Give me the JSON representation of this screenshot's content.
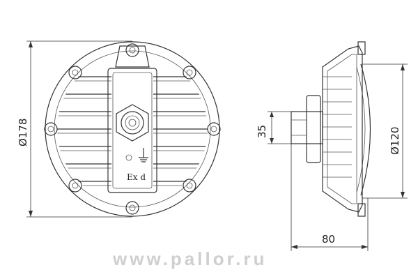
{
  "dimensions": {
    "front_diameter": "Ø178",
    "side_height": "35",
    "side_diameter": "Ø120",
    "side_depth": "80"
  },
  "labels": {
    "marking": "Ex d"
  },
  "watermark": "www.pallor.ru"
}
